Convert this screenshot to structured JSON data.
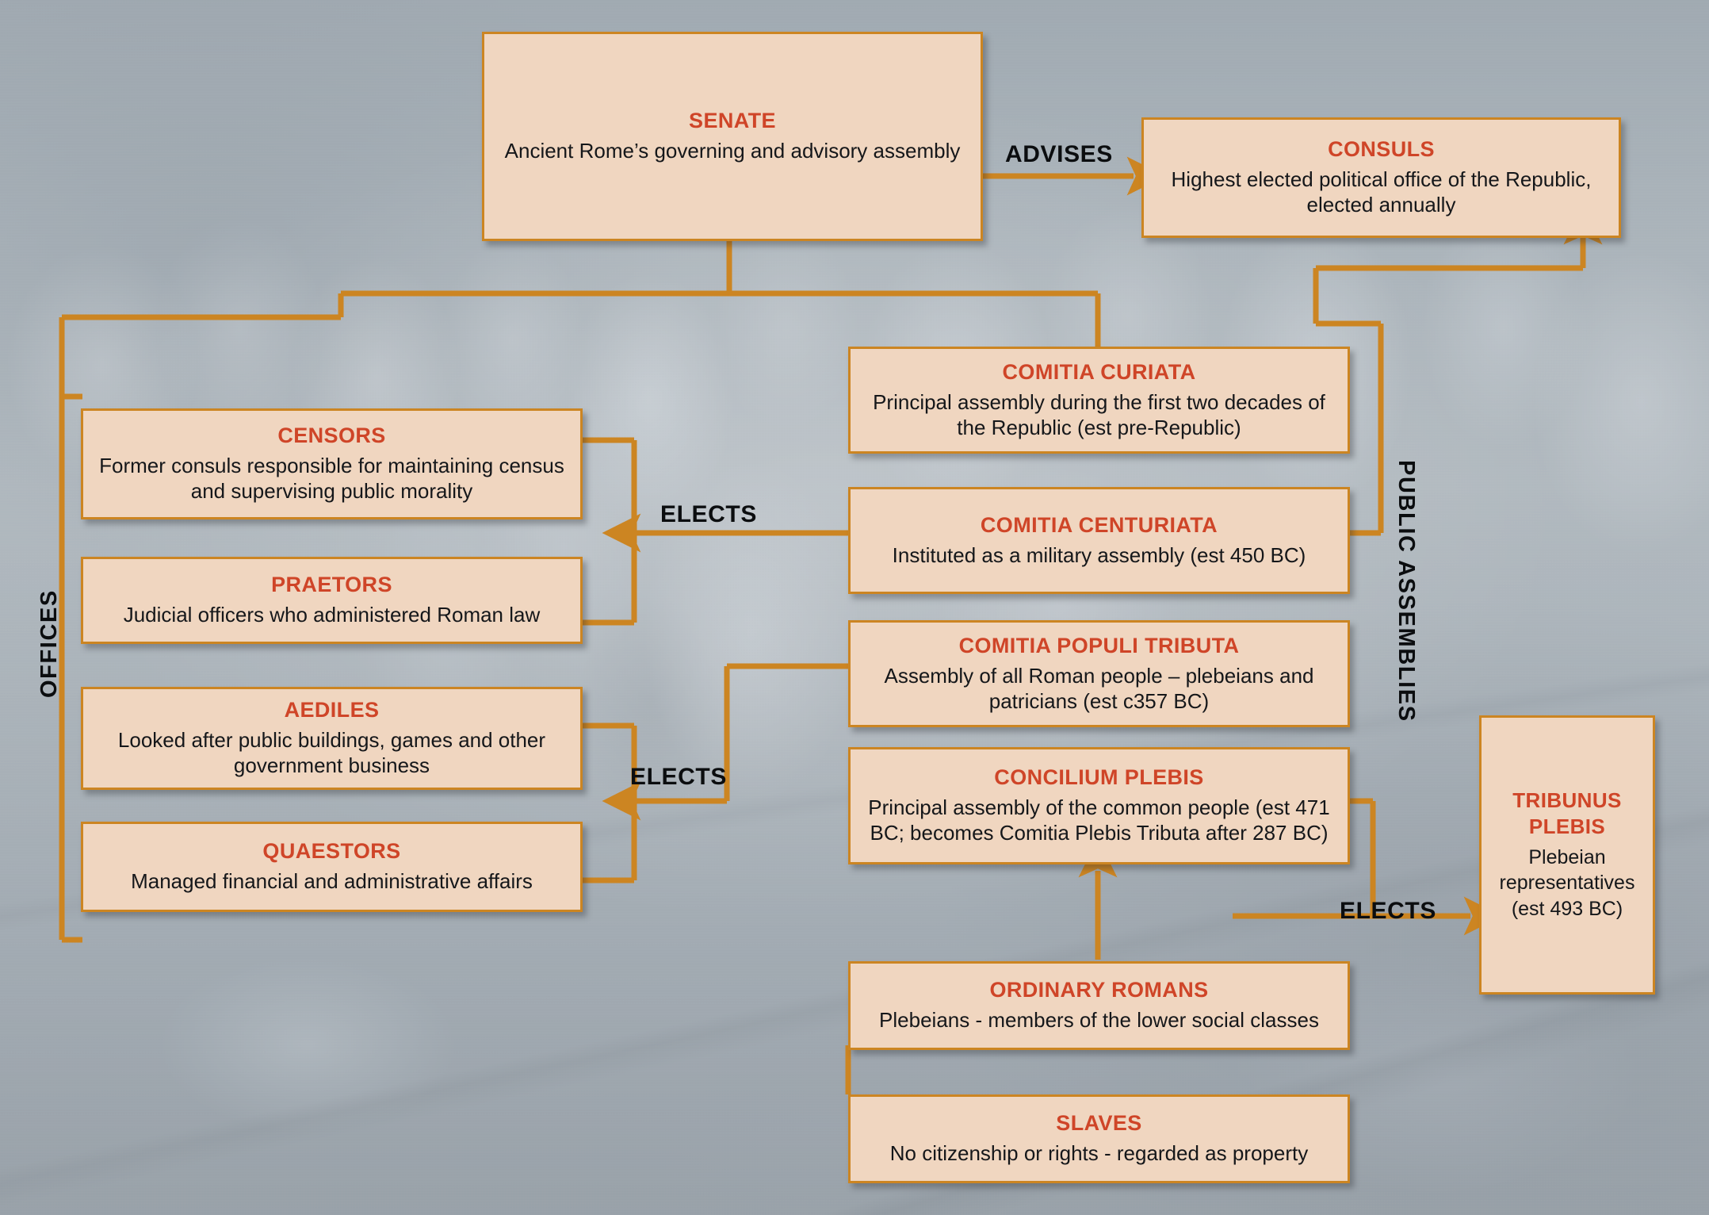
{
  "meta": {
    "title": "Structure of the Roman Republic",
    "accent_border": "#cc8522",
    "box_fill": "#f0d6c0",
    "heading_color": "#cf4528",
    "body_text_color": "#15171a",
    "background_color": "#aeb7bd"
  },
  "group_labels": {
    "offices": "OFFICES",
    "public_assemblies": "PUBLIC ASSEMBLIES"
  },
  "relations": {
    "advises": "ADVISES",
    "elects_top": "ELECTS",
    "elects_mid": "ELECTS",
    "elects_right": "ELECTS"
  },
  "nodes": {
    "senate": {
      "title": "SENATE",
      "description": "Ancient Rome’s governing and advisory assembly"
    },
    "consuls": {
      "title": "CONSULS",
      "description": "Highest elected political office of the Republic, elected annually"
    },
    "censors": {
      "title": "CENSORS",
      "description": "Former consuls responsible for maintaining census and supervising public morality"
    },
    "praetors": {
      "title": "PRAETORS",
      "description": "Judicial officers who administered Roman law"
    },
    "aediles": {
      "title": "AEDILES",
      "description": "Looked after public buildings, games and other government business"
    },
    "quaestors": {
      "title": "QUAESTORS",
      "description": "Managed financial and administrative affairs"
    },
    "comitia_curiata": {
      "title": "COMITIA CURIATA",
      "description": "Principal assembly during the first two decades of the Republic (est pre-Republic)"
    },
    "comitia_centuriata": {
      "title": "COMITIA CENTURIATA",
      "description": "Instituted as a military assembly (est 450 BC)"
    },
    "comitia_populi_tributa": {
      "title": "COMITIA POPULI TRIBUTA",
      "description": "Assembly of all Roman people – plebeians and patricians (est c357 BC)"
    },
    "concilium_plebis": {
      "title": "CONCILIUM PLEBIS",
      "description": "Principal assembly of the common people (est 471 BC; becomes Comitia Plebis Tributa after 287 BC)"
    },
    "tribunus_plebis": {
      "title": "TRIBUNUS PLEBIS",
      "title_line1": "TRIBUNUS",
      "title_line2": "PLEBIS",
      "description": "Plebeian representatives (est 493 BC)"
    },
    "ordinary_romans": {
      "title": "ORDINARY ROMANS",
      "description": "Plebeians - members of the lower social classes"
    },
    "slaves": {
      "title": "SLAVES",
      "description": "No citizenship or rights - regarded as property"
    }
  }
}
